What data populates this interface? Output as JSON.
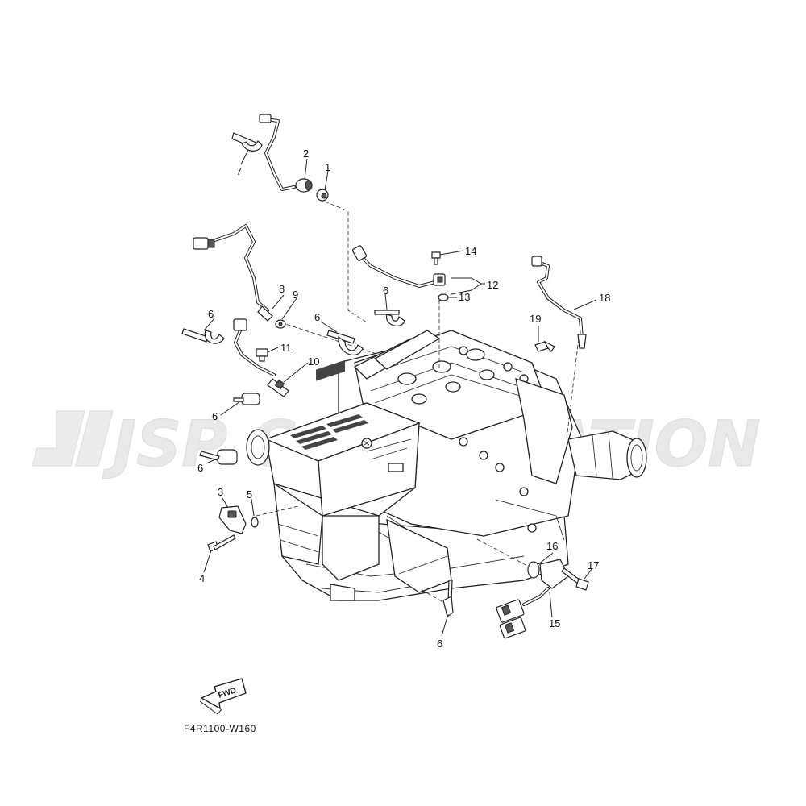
{
  "watermark": {
    "text": "JSP CORPORATION"
  },
  "reference_code": "F4R1100-W160",
  "fwd_label": "FWD",
  "callouts": [
    {
      "id": "c1",
      "text": "1"
    },
    {
      "id": "c2",
      "text": "2"
    },
    {
      "id": "c3",
      "text": "3"
    },
    {
      "id": "c4",
      "text": "4"
    },
    {
      "id": "c5",
      "text": "5"
    },
    {
      "id": "c6a",
      "text": "6"
    },
    {
      "id": "c6b",
      "text": "6"
    },
    {
      "id": "c6c",
      "text": "6"
    },
    {
      "id": "c6d",
      "text": "6"
    },
    {
      "id": "c6e",
      "text": "6"
    },
    {
      "id": "c6f",
      "text": "6"
    },
    {
      "id": "c7",
      "text": "7"
    },
    {
      "id": "c8",
      "text": "8"
    },
    {
      "id": "c9",
      "text": "9"
    },
    {
      "id": "c10",
      "text": "10"
    },
    {
      "id": "c11",
      "text": "11"
    },
    {
      "id": "c12",
      "text": "12"
    },
    {
      "id": "c13",
      "text": "13"
    },
    {
      "id": "c14",
      "text": "14"
    },
    {
      "id": "c15",
      "text": "15"
    },
    {
      "id": "c16",
      "text": "16"
    },
    {
      "id": "c17",
      "text": "17"
    },
    {
      "id": "c18",
      "text": "18"
    },
    {
      "id": "c19",
      "text": "19"
    }
  ]
}
